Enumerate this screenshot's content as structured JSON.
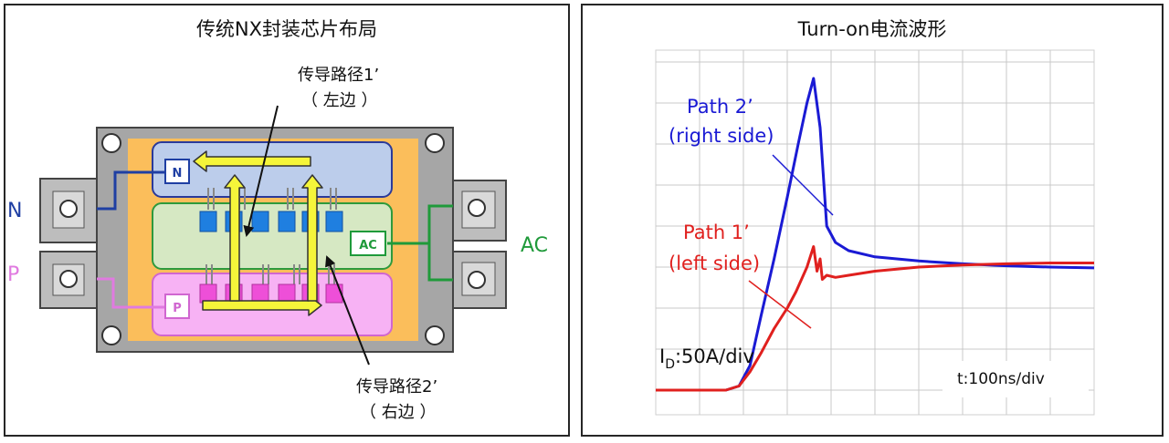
{
  "left": {
    "title": "传统NX封装芯片布局",
    "path1_label": "传导路径1’",
    "path1_side": "（ 左边 ）",
    "path2_label": "传导路径2’",
    "path2_side": "（ 右边 ）",
    "terminal_n": "N",
    "terminal_p": "P",
    "terminal_ac": "AC",
    "box_n": "N",
    "box_p": "P",
    "box_ac": "AC",
    "colors": {
      "module_body": "#a6a6a6",
      "substrate": "#fbbe5b",
      "n_plane": "#bccdeb",
      "ac_plane": "#d6e8c3",
      "p_plane": "#f7b2f4",
      "n_wire": "#1f3fa3",
      "ac_wire": "#1f9a3a",
      "p_wire": "#e07ae0",
      "arrow": "#f5f53a"
    }
  },
  "right": {
    "title": "Turn-on电流波形",
    "path2_line1": "Path 2’",
    "path2_line2": "(right side)",
    "path1_line1": "Path 1’",
    "path1_line2": "(left side)",
    "id_label_main": "I",
    "id_label_sub": "D",
    "id_label_rest": ":50A/div",
    "time_label": "t:100ns/div",
    "colors": {
      "path2": "#1a1ad4",
      "path1": "#e0201e",
      "grid": "#c8c8c8"
    }
  },
  "chart_data": {
    "type": "line",
    "title": "Turn-on电流波形",
    "xlabel": "t:100ns/div",
    "ylabel": "ID:50A/div",
    "x_unit": "div",
    "y_unit": "div",
    "xlim": [
      0,
      10
    ],
    "ylim": [
      0,
      8
    ],
    "grid": true,
    "series": [
      {
        "name": "Path 2’ (right side)",
        "x": [
          0,
          1.0,
          1.6,
          1.9,
          2.15,
          2.4,
          2.7,
          3.0,
          3.25,
          3.45,
          3.6,
          3.75,
          3.9,
          4.1,
          4.4,
          5.0,
          6.0,
          7.0,
          8.0,
          9.0,
          10.0
        ],
        "y": [
          0.0,
          0.0,
          0.0,
          0.1,
          0.6,
          1.8,
          3.2,
          4.7,
          6.0,
          7.0,
          7.6,
          6.4,
          4.0,
          3.6,
          3.4,
          3.25,
          3.15,
          3.08,
          3.03,
          3.0,
          2.98
        ]
      },
      {
        "name": "Path 1’ (left side)",
        "x": [
          0,
          1.0,
          1.6,
          1.9,
          2.15,
          2.4,
          2.7,
          3.0,
          3.2,
          3.45,
          3.6,
          3.68,
          3.75,
          3.8,
          3.9,
          4.1,
          4.4,
          5.0,
          6.0,
          7.0,
          8.0,
          9.0,
          10.0
        ],
        "y": [
          0.0,
          0.0,
          0.0,
          0.1,
          0.45,
          0.9,
          1.5,
          2.0,
          2.4,
          3.0,
          3.5,
          2.9,
          3.2,
          2.7,
          2.8,
          2.75,
          2.8,
          2.9,
          3.0,
          3.05,
          3.08,
          3.1,
          3.1
        ]
      }
    ]
  }
}
